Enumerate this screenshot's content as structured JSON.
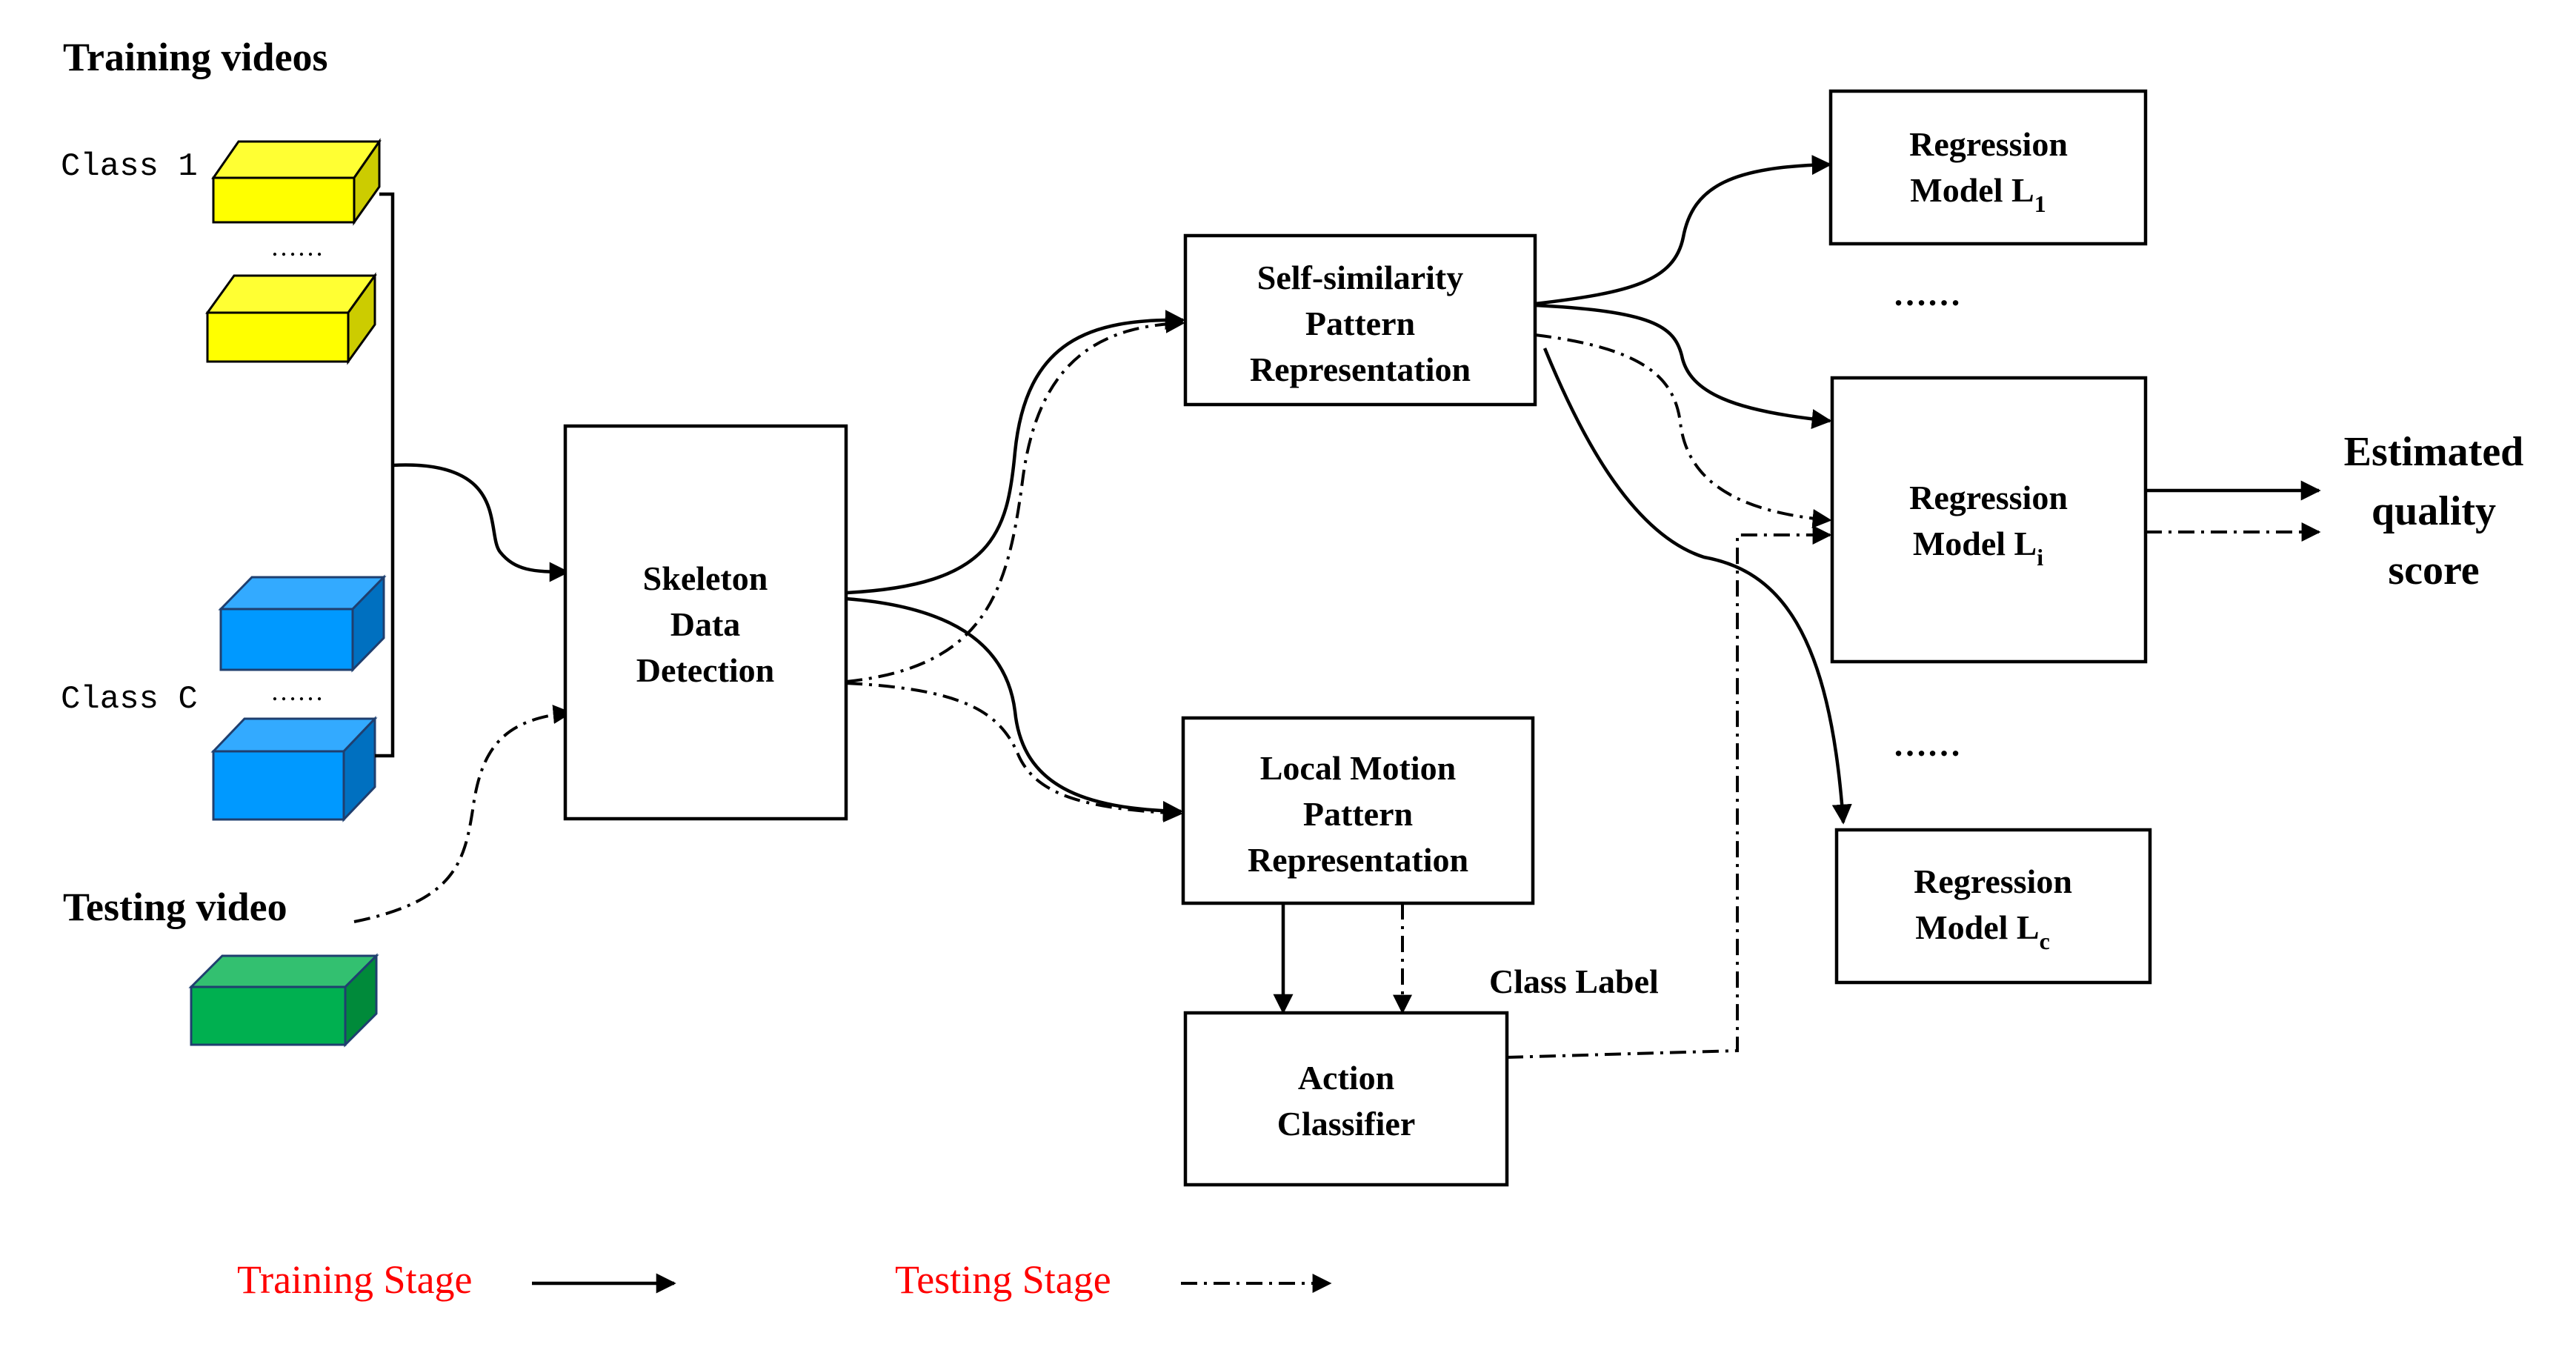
{
  "training_title": "Training videos",
  "testing_title": "Testing video",
  "class_1_label": "Class 1",
  "class_c_label": "Class C",
  "ellipsis_small": "……",
  "ellipsis": "……",
  "boxes": {
    "skeleton": [
      "Skeleton",
      "Data",
      "Detection"
    ],
    "self_similarity": [
      "Self-similarity",
      "Pattern",
      "Representation"
    ],
    "local_motion": [
      "Local Motion",
      "Pattern",
      "Representation"
    ],
    "action_classifier": [
      "Action",
      "Classifier"
    ],
    "regression_1": {
      "line1": "Regression",
      "line2": "Model L",
      "sub": "1"
    },
    "regression_i": {
      "line1": "Regression",
      "line2": "Model L",
      "sub": "i"
    },
    "regression_c": {
      "line1": "Regression",
      "line2": "Model L",
      "sub": "c"
    }
  },
  "class_label": "Class Label",
  "output": [
    "Estimated",
    "quality",
    "score"
  ],
  "legend": {
    "training": "Training Stage",
    "testing": "Testing Stage"
  },
  "colors": {
    "class1_front": "#ffff00",
    "class1_top": "#ffff33",
    "class1_side": "#cccc00",
    "classc_front": "#0099ff",
    "classc_top": "#33aaff",
    "classc_side": "#0070c0",
    "test_front": "#00b050",
    "test_top": "#33c070",
    "test_side": "#008a3a",
    "legend_text": "#ff0000"
  },
  "icons": {
    "video_cube": "3d-cube",
    "arrow_solid": "solid-arrow",
    "arrow_dashdot": "dash-dot-arrow"
  }
}
